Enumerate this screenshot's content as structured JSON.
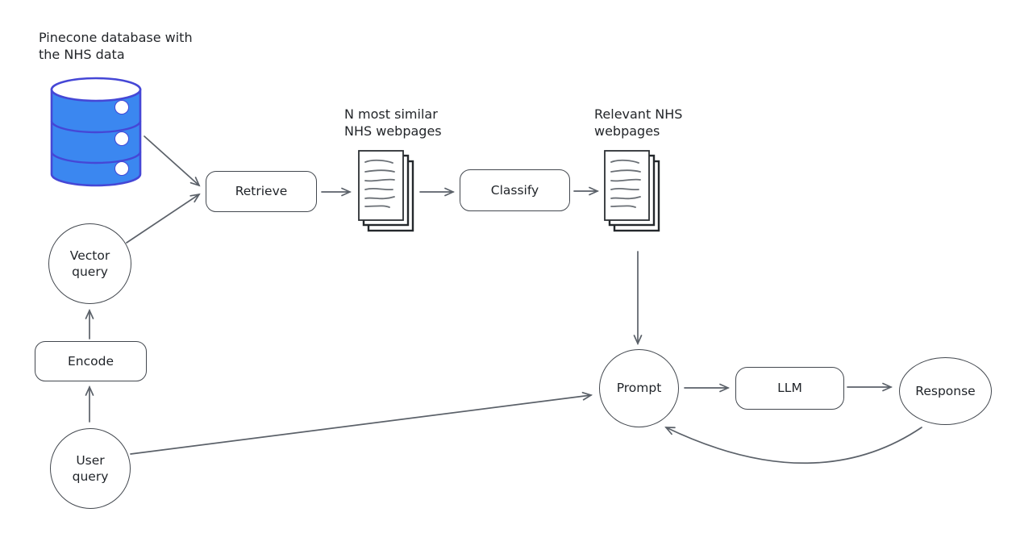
{
  "diagram": {
    "background": "#ffffff",
    "shape_stroke": "#43484f",
    "arrow_color": "#5b6169",
    "text_color": "#1f2328",
    "database": {
      "label": "Pinecone database with\nthe NHS data",
      "fill": "#3b87f0",
      "stroke": "#4547d6"
    },
    "nodes": {
      "vector_query": "Vector\nquery",
      "encode": "Encode",
      "user_query": "User\nquery",
      "retrieve": "Retrieve",
      "classify": "Classify",
      "prompt": "Prompt",
      "llm": "LLM",
      "response": "Response"
    },
    "doc_stacks": {
      "n_most_similar": "N most similar\nNHS webpages",
      "relevant": "Relevant NHS\nwebpages"
    },
    "edges": [
      {
        "from": "pinecone-database",
        "to": "retrieve"
      },
      {
        "from": "vector-query",
        "to": "retrieve"
      },
      {
        "from": "retrieve",
        "to": "n-most-similar-webpages"
      },
      {
        "from": "n-most-similar-webpages",
        "to": "classify"
      },
      {
        "from": "classify",
        "to": "relevant-webpages"
      },
      {
        "from": "relevant-webpages",
        "to": "prompt"
      },
      {
        "from": "user-query",
        "to": "encode"
      },
      {
        "from": "encode",
        "to": "vector-query"
      },
      {
        "from": "user-query",
        "to": "prompt"
      },
      {
        "from": "prompt",
        "to": "llm"
      },
      {
        "from": "llm",
        "to": "response"
      },
      {
        "from": "response",
        "to": "prompt"
      }
    ]
  }
}
